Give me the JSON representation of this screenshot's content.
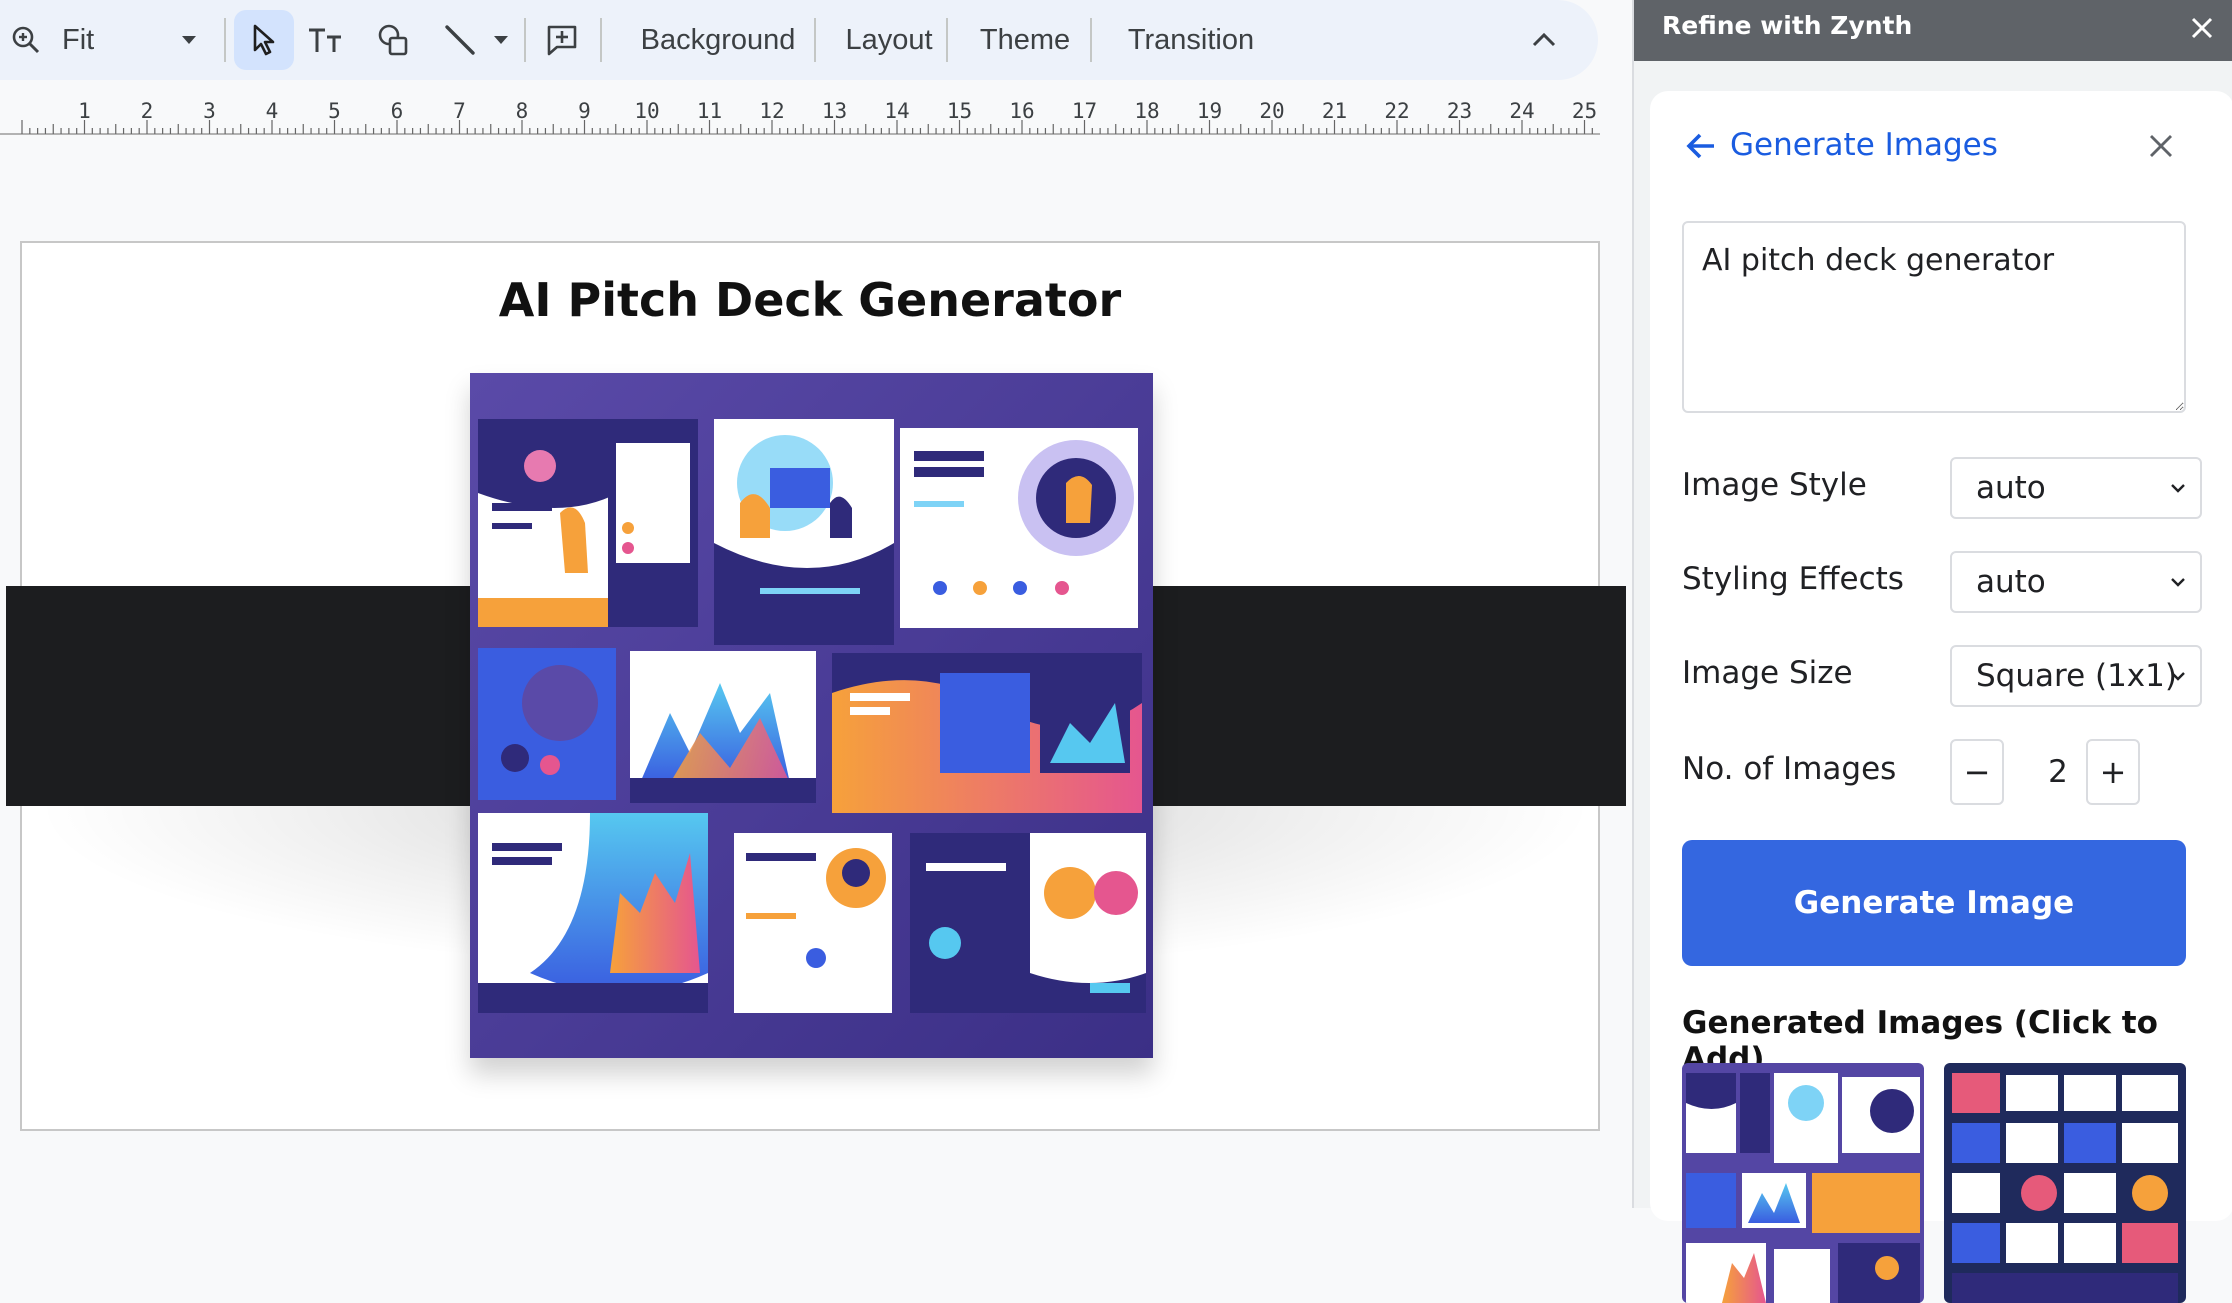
{
  "toolbar": {
    "zoom_label": "Fit",
    "menu": [
      "Background",
      "Layout",
      "Theme",
      "Transition"
    ]
  },
  "ruler": {
    "numbers": [
      "1",
      "2",
      "3",
      "4",
      "5",
      "6",
      "7",
      "8",
      "9",
      "10",
      "11",
      "12",
      "13",
      "14",
      "15",
      "16",
      "17",
      "18",
      "19",
      "20",
      "21",
      "22",
      "23",
      "24",
      "25"
    ]
  },
  "slide": {
    "title": "AI Pitch Deck Generator",
    "band_color": "#1c1d1f"
  },
  "panel": {
    "header_title": "Refine with Zynth",
    "card_title": "Generate Images",
    "prompt_value": "AI pitch deck generator",
    "image_style_label": "Image Style",
    "image_style_value": "auto",
    "styling_effects_label": "Styling Effects",
    "styling_effects_value": "auto",
    "image_size_label": "Image Size",
    "image_size_value": "Square (1x1)",
    "num_images_label": "No. of Images",
    "num_images_value": "2",
    "minus_label": "−",
    "plus_label": "+",
    "generate_button": "Generate Image",
    "generated_heading": "Generated Images (Click to Add)"
  },
  "colors": {
    "accent": "#3467e0",
    "link_blue": "#1a5ce0",
    "panel_header": "#5f6368",
    "toolbar_bg": "#edf2fa",
    "selected_tool": "#d3e3fd"
  },
  "icons": [
    "zoom-in-icon",
    "dropdown-caret-icon",
    "select-cursor-icon",
    "text-format-icon",
    "shape-icon",
    "line-icon",
    "add-comment-icon",
    "collapse-chevron-icon",
    "close-icon",
    "back-arrow-icon",
    "chevron-down-icon"
  ]
}
